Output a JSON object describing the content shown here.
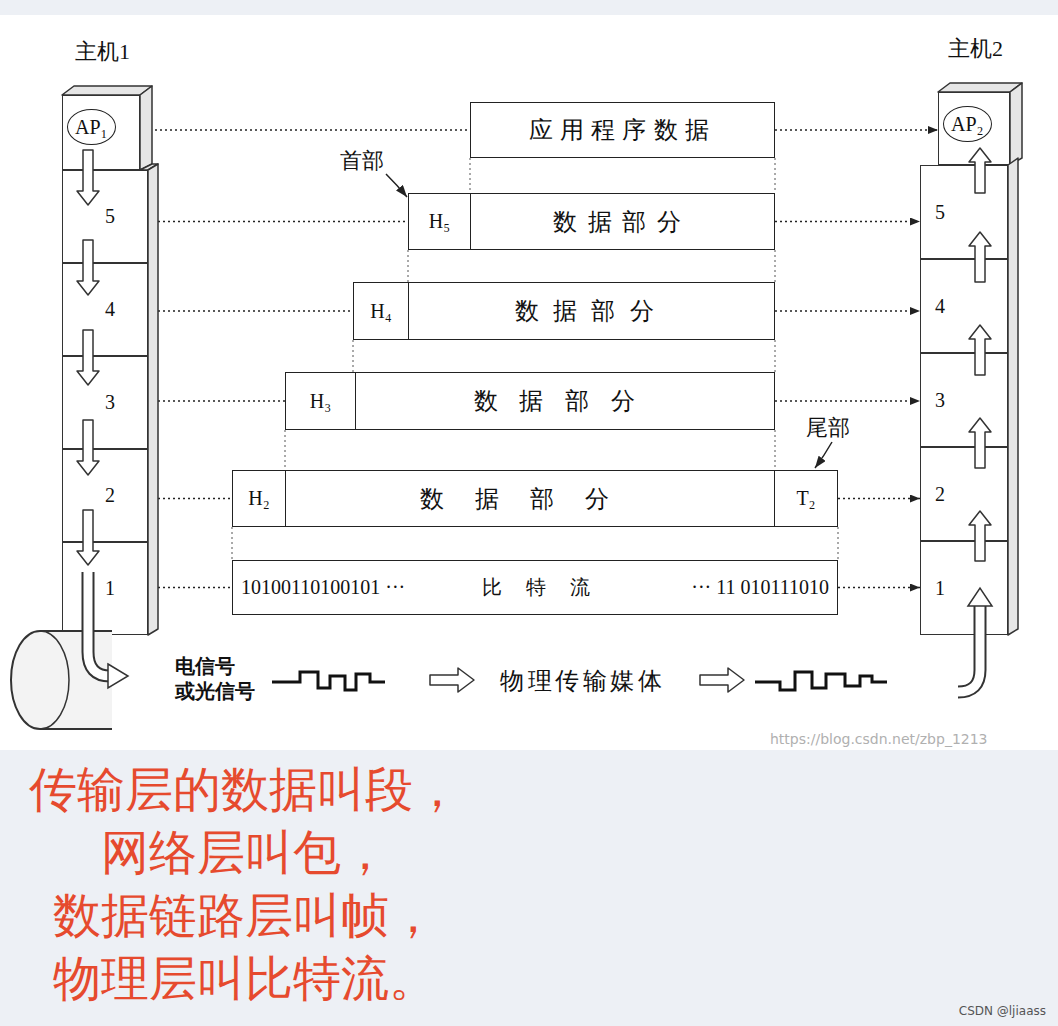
{
  "diagram": {
    "caption": "传输层的数据叫段， 网络层叫包， 数据链路层叫帧， 物理层叫比特流。",
    "nodes": [
      {
        "text": [
          "主机1"
        ]
      },
      {
        "text": [
          "AP₁"
        ],
        "in": 0
      },
      {
        "text": [
          "5"
        ],
        "in": 0
      },
      {
        "text": [
          "4"
        ],
        "in": 0
      },
      {
        "text": [
          "3"
        ],
        "in": 0
      },
      {
        "text": [
          "2"
        ],
        "in": 0
      },
      {
        "text": [
          "1"
        ],
        "in": 0
      },
      {
        "text": [
          "应用程序数据"
        ]
      },
      {
        "text": [
          "H₅",
          "数据部分"
        ]
      },
      {
        "text": [
          "H₄",
          "数据部分"
        ]
      },
      {
        "text": [
          "H₃",
          "数据部分"
        ]
      },
      {
        "text": [
          "H₂",
          "数据部分",
          "T₂"
        ]
      },
      {
        "text": [
          "10100110100101 ···",
          "比特流",
          "··· 11 010111010"
        ]
      },
      {
        "text": [
          "主机2"
        ]
      },
      {
        "text": [
          "AP₂"
        ],
        "in": 13
      },
      {
        "text": [
          "5"
        ],
        "in": 13
      },
      {
        "text": [
          "4"
        ],
        "in": 13
      },
      {
        "text": [
          "3"
        ],
        "in": 13
      },
      {
        "text": [
          "2"
        ],
        "in": 13
      },
      {
        "text": [
          "1"
        ],
        "in": 13
      },
      {
        "text": [
          "电信号 或光信号",
          "物理传输媒体"
        ]
      }
    ],
    "edges": [
      {
        "from": 1,
        "to": 7,
        "arrow": "none"
      },
      {
        "from": 7,
        "to": 14,
        "arrow": "to"
      },
      {
        "from": 2,
        "to": 8,
        "arrow": "none"
      },
      {
        "from": 8,
        "to": 15,
        "arrow": "to"
      },
      {
        "from": 3,
        "to": 9,
        "arrow": "none"
      },
      {
        "from": 9,
        "to": 16,
        "arrow": "to"
      },
      {
        "from": 4,
        "to": 10,
        "arrow": "none"
      },
      {
        "from": 10,
        "to": 17,
        "arrow": "to"
      },
      {
        "from": 5,
        "to": 11,
        "arrow": "none"
      },
      {
        "from": 11,
        "to": 18,
        "arrow": "to"
      },
      {
        "from": 6,
        "to": 12,
        "arrow": "none"
      },
      {
        "from": 12,
        "to": 19,
        "arrow": "to"
      }
    ],
    "labels": [
      "首部",
      "尾部",
      "https://blog.csdn.net/zbp_1213",
      "CSDN @ljiaass"
    ]
  }
}
